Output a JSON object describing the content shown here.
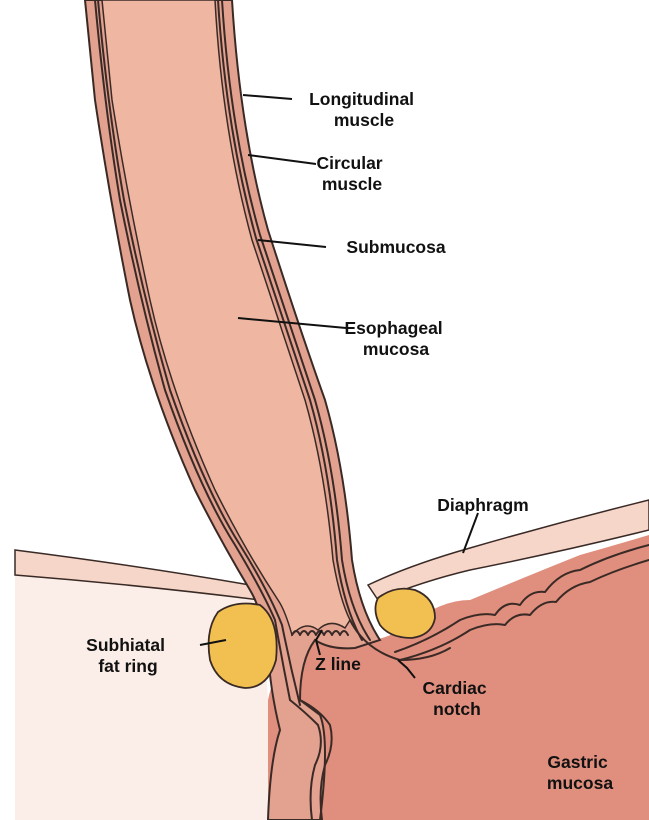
{
  "colors": {
    "background": "#ffffff",
    "longitudinal_muscle": "#e3a190",
    "esophageal_mucosa": "#efb7a2",
    "gastric_mucosa": "#e08f7e",
    "diaphragm": "#f6d6c8",
    "fat_ring": "#f2c050",
    "outline": "#3a2a26",
    "label_text": "#111111"
  },
  "labels": {
    "longitudinal_muscle": [
      "Longitudinal",
      "muscle"
    ],
    "circular_muscle": [
      "Circular",
      "muscle"
    ],
    "submucosa": [
      "Submucosa"
    ],
    "esophageal_mucosa": [
      "Esophageal",
      "mucosa"
    ],
    "diaphragm": [
      "Diaphragm"
    ],
    "subhiatal_fat_ring": [
      "Subhiatal",
      "fat ring"
    ],
    "z_line": [
      "Z line"
    ],
    "cardiac_notch": [
      "Cardiac",
      "notch"
    ],
    "gastric_mucosa": [
      "Gastric",
      "mucosa"
    ]
  }
}
